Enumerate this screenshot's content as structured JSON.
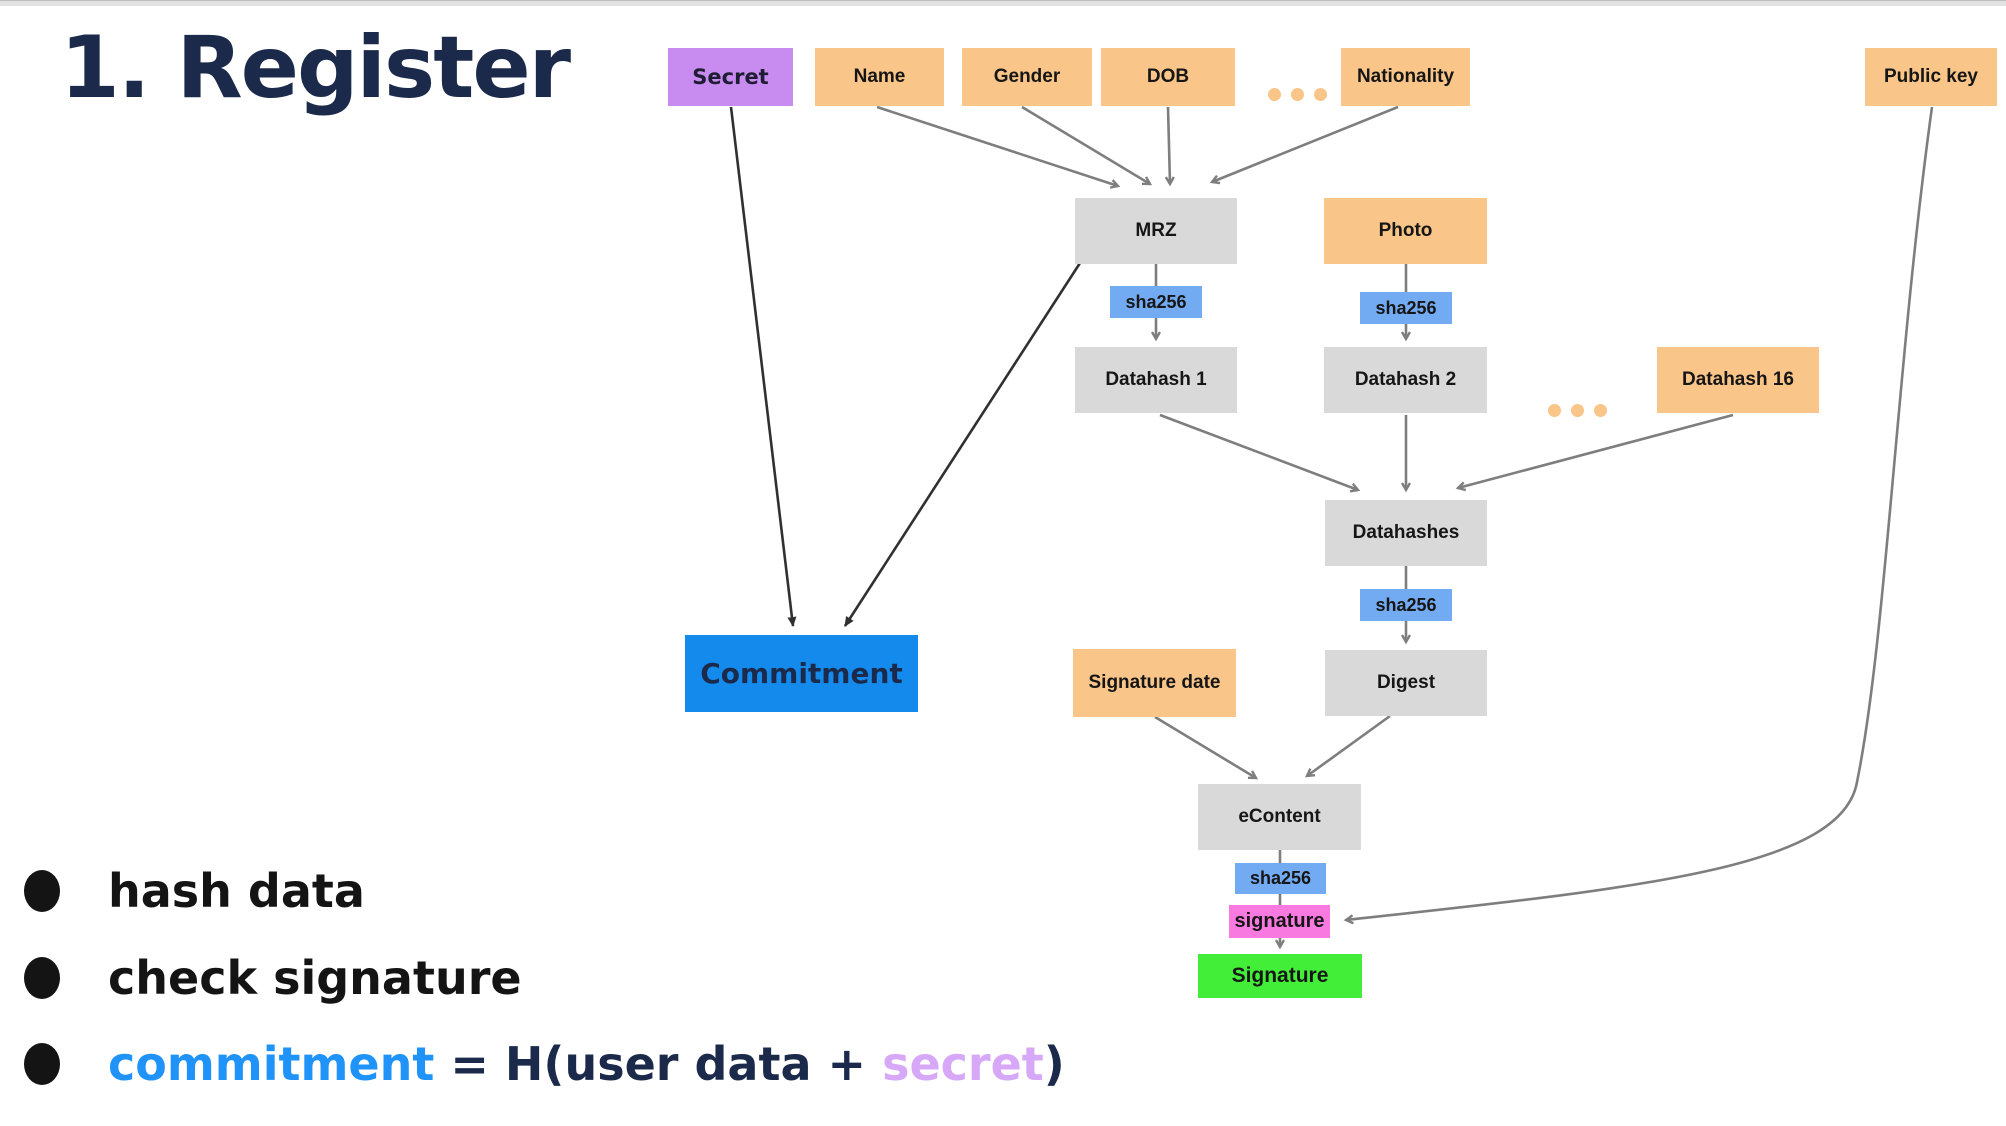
{
  "title": "1. Register",
  "nodes": {
    "secret": {
      "label": "Secret"
    },
    "name": {
      "label": "Name"
    },
    "gender": {
      "label": "Gender"
    },
    "dob": {
      "label": "DOB"
    },
    "nationality": {
      "label": "Nationality"
    },
    "public_key": {
      "label": "Public key"
    },
    "mrz": {
      "label": "MRZ"
    },
    "photo": {
      "label": "Photo"
    },
    "datahash1": {
      "label": "Datahash 1"
    },
    "datahash2": {
      "label": "Datahash 2"
    },
    "datahash16": {
      "label": "Datahash 16"
    },
    "datahashes": {
      "label": "Datahashes"
    },
    "digest": {
      "label": "Digest"
    },
    "signature_date": {
      "label": "Signature date"
    },
    "commitment": {
      "label": "Commitment"
    },
    "econtent": {
      "label": "eContent"
    },
    "signature_op": {
      "label": "signature"
    },
    "signature": {
      "label": "Signature"
    }
  },
  "sha256_label": "sha256",
  "bullets": [
    {
      "text": "hash data"
    },
    {
      "text": "check signature"
    },
    {
      "segments": [
        {
          "text": "commitment",
          "color": "blue"
        },
        {
          "text": " = H(user data + ",
          "color": "navy"
        },
        {
          "text": "secret",
          "color": "purple"
        },
        {
          "text": ")",
          "color": "navy"
        }
      ]
    }
  ],
  "colors": {
    "title_navy": "#1b2a4b",
    "box_orange": "#f9c588",
    "box_purple": "#c88bf0",
    "box_gray": "#d9d9d9",
    "box_hash_blue": "#73abf3",
    "box_commitment_blue": "#148bec",
    "box_pink": "#f87ae0",
    "box_green": "#43ee38",
    "bullet_black": "#141414",
    "word_commitment_blue": "#1f93f8",
    "word_secret_purple": "#d7a7f8",
    "arrow_gray": "#7e7e7e",
    "arrow_dark": "#303030"
  }
}
